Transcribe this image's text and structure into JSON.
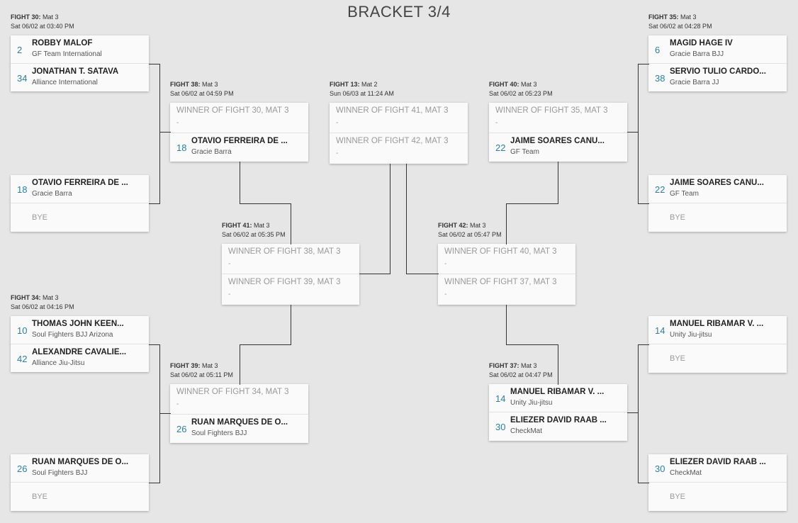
{
  "title": "BRACKET 3/4",
  "accent_color": "#2a7fa3",
  "bye_label": "BYE",
  "dash": "-",
  "fights": {
    "f30": {
      "num": "FIGHT 30:",
      "mat": "Mat 3",
      "time": "Sat 06/02 at 03:40 PM",
      "p1": {
        "seed": "2",
        "name": "ROBBY MALOF",
        "team": "GF Team International"
      },
      "p2": {
        "seed": "34",
        "name": "JONATHAN T. SATAVA",
        "team": "Alliance International"
      }
    },
    "f35": {
      "num": "FIGHT 35:",
      "mat": "Mat 3",
      "time": "Sat 06/02 at 04:28 PM",
      "p1": {
        "seed": "6",
        "name": "MAGID HAGE IV",
        "team": "Gracie Barra BJJ"
      },
      "p2": {
        "seed": "38",
        "name": "SERVIO TULIO CARDO...",
        "team": "Gracie Barra JJ"
      }
    },
    "f38": {
      "num": "FIGHT 38:",
      "mat": "Mat 3",
      "time": "Sat 06/02 at 04:59 PM",
      "w1": "WINNER OF FIGHT 30, MAT 3",
      "p2": {
        "seed": "18",
        "name": "OTAVIO FERREIRA DE ...",
        "team": "Gracie Barra"
      }
    },
    "f13": {
      "num": "FIGHT 13:",
      "mat": "Mat 2",
      "time": "Sun 06/03 at 11:24 AM",
      "w1": "WINNER OF FIGHT 41, MAT 3",
      "w2": "WINNER OF FIGHT 42, MAT 3"
    },
    "f40": {
      "num": "FIGHT 40:",
      "mat": "Mat 3",
      "time": "Sat 06/02 at 05:23 PM",
      "w1": "WINNER OF FIGHT 35, MAT 3",
      "p2": {
        "seed": "22",
        "name": "JAIME SOARES CANU...",
        "team": "GF Team"
      }
    },
    "bye18": {
      "p1": {
        "seed": "18",
        "name": "OTAVIO FERREIRA DE ...",
        "team": "Gracie Barra"
      }
    },
    "bye22": {
      "p1": {
        "seed": "22",
        "name": "JAIME SOARES CANU...",
        "team": "GF Team"
      }
    },
    "f41": {
      "num": "FIGHT 41:",
      "mat": "Mat 3",
      "time": "Sat 06/02 at 05:35 PM",
      "w1": "WINNER OF FIGHT 38, MAT 3",
      "w2": "WINNER OF FIGHT 39, MAT 3"
    },
    "f42": {
      "num": "FIGHT 42:",
      "mat": "Mat 3",
      "time": "Sat 06/02 at 05:47 PM",
      "w1": "WINNER OF FIGHT 40, MAT 3",
      "w2": "WINNER OF FIGHT 37, MAT 3"
    },
    "f34": {
      "num": "FIGHT 34:",
      "mat": "Mat 3",
      "time": "Sat 06/02 at 04:16 PM",
      "p1": {
        "seed": "10",
        "name": "THOMAS JOHN KEEN...",
        "team": "Soul Fighters BJJ Arizona"
      },
      "p2": {
        "seed": "42",
        "name": "ALEXANDRE CAVALIE...",
        "team": "Alliance Jiu-Jitsu"
      }
    },
    "bye14": {
      "p1": {
        "seed": "14",
        "name": "MANUEL RIBAMAR V. ...",
        "team": "Unity Jiu-jitsu"
      }
    },
    "f39": {
      "num": "FIGHT 39:",
      "mat": "Mat 3",
      "time": "Sat 06/02 at 05:11 PM",
      "w1": "WINNER OF FIGHT 34, MAT 3",
      "p2": {
        "seed": "26",
        "name": "RUAN MARQUES DE O...",
        "team": "Soul Fighters BJJ"
      }
    },
    "f37": {
      "num": "FIGHT 37:",
      "mat": "Mat 3",
      "time": "Sat 06/02 at 04:47 PM",
      "p1": {
        "seed": "14",
        "name": "MANUEL RIBAMAR V. ...",
        "team": "Unity Jiu-jitsu"
      },
      "p2": {
        "seed": "30",
        "name": "ELIEZER DAVID RAAB ...",
        "team": "CheckMat"
      }
    },
    "bye26": {
      "p1": {
        "seed": "26",
        "name": "RUAN MARQUES DE O...",
        "team": "Soul Fighters BJJ"
      }
    },
    "bye30": {
      "p1": {
        "seed": "30",
        "name": "ELIEZER DAVID RAAB ...",
        "team": "CheckMat"
      }
    }
  }
}
